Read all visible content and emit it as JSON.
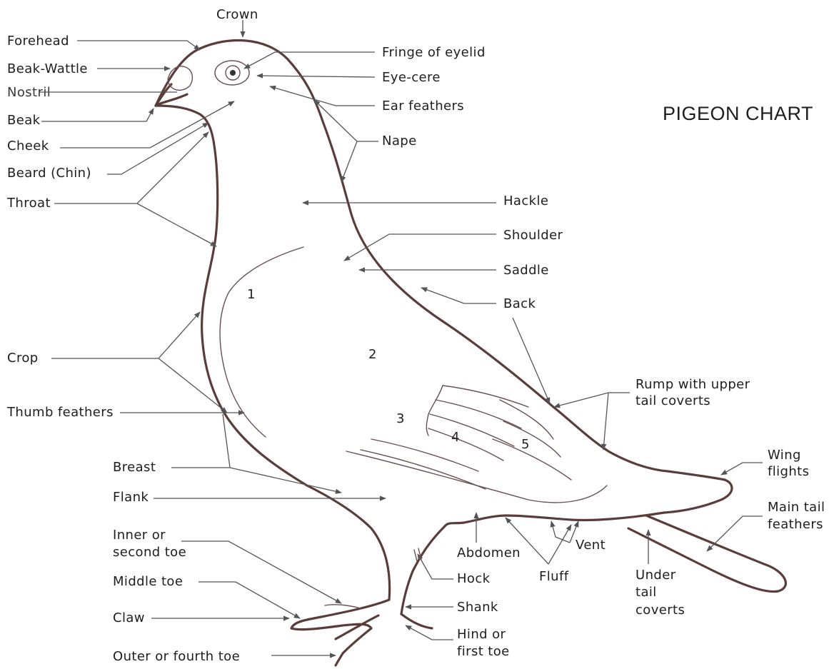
{
  "title": "PIGEON CHART",
  "labels": {
    "crown": "Crown",
    "forehead": "Forehead",
    "beak_wattle": "Beak-Wattle",
    "nostril": "Nostril",
    "beak": "Beak",
    "cheek": "Cheek",
    "beard": "Beard (Chin)",
    "throat": "Throat",
    "crop": "Crop",
    "thumb_feathers": "Thumb feathers",
    "breast": "Breast",
    "flank": "Flank",
    "inner_toe_1": "Inner or",
    "inner_toe_2": "second toe",
    "middle_toe": "Middle toe",
    "claw": "Claw",
    "outer_toe": "Outer or fourth toe",
    "fringe_of_eyelid": "Fringe of eyelid",
    "eye_cere": "Eye-cere",
    "ear_feathers": "Ear feathers",
    "nape": "Nape",
    "hackle": "Hackle",
    "shoulder": "Shoulder",
    "saddle": "Saddle",
    "back": "Back",
    "rump_1": "Rump with upper",
    "rump_2": "tail coverts",
    "wing_flights_1": "Wing",
    "wing_flights_2": "flights",
    "main_tail_1": "Main tail",
    "main_tail_2": "feathers",
    "abdomen": "Abdomen",
    "vent": "Vent",
    "fluff": "Fluff",
    "hock": "Hock",
    "shank": "Shank",
    "hind_toe_1": "Hind or",
    "hind_toe_2": "first toe",
    "under_tail_1": "Under",
    "under_tail_2": "tail",
    "under_tail_3": "coverts"
  },
  "region_numbers": [
    "1",
    "2",
    "3",
    "4",
    "5"
  ]
}
